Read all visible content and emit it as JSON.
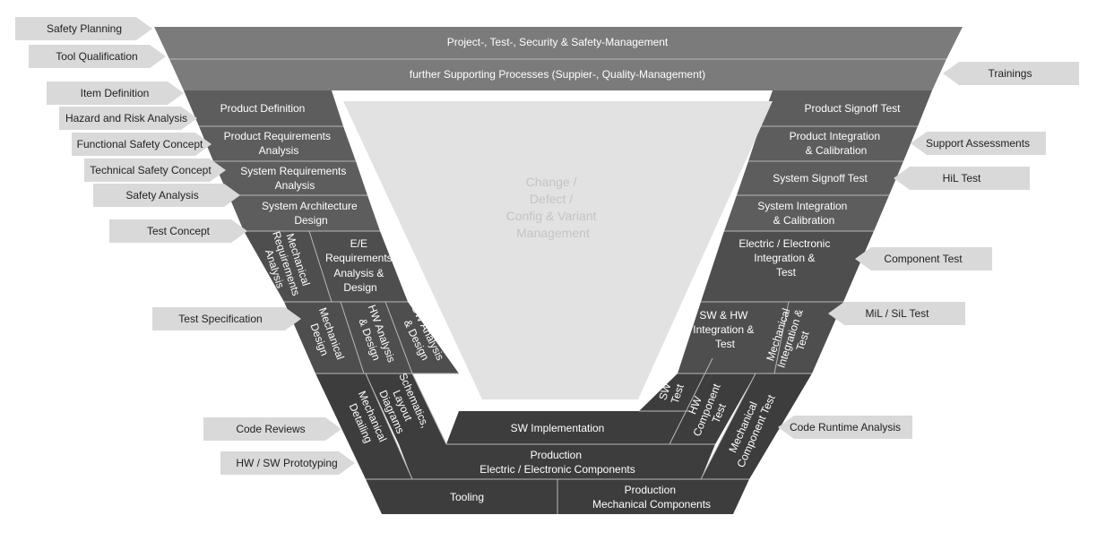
{
  "colors": {
    "top_band": "#7b7b7b",
    "upper_arm": "#5d5d5d",
    "mid_arm": "#4e4e4e",
    "lower_arm": "#3d3d3d",
    "tag": "#d9d9d9",
    "center": "#e2e2e2"
  },
  "bands": {
    "management": "Project-, Test-, Security & Safety-Management",
    "supporting": "further Supporting Processes (Suppier-, Quality-Management)"
  },
  "left_arm": {
    "product_definition": "Product Definition",
    "product_requirements": [
      "Product Requirements",
      "Analysis"
    ],
    "system_requirements": [
      "System Requirements",
      "Analysis"
    ],
    "system_architecture": [
      "System Architecture",
      "Design"
    ],
    "mechanical_requirements": [
      "Mechanical",
      "Requirements",
      "Analysis"
    ],
    "ee_requirements": [
      "E/E",
      "Requirements",
      "Analysis &",
      "Design"
    ],
    "mechanical_design": [
      "Mechanical",
      "Design"
    ],
    "hw_analysis": [
      "HW Analysis",
      "& Design"
    ],
    "sw_analysis": [
      "SW Analysis",
      "& Design"
    ],
    "mechanical_detailing": [
      "Mechanical",
      "Detailing"
    ],
    "schematics": [
      "Schematics,",
      "Layout",
      "Diagrams"
    ]
  },
  "right_arm": {
    "product_signoff": "Product Signoff Test",
    "product_integration": [
      "Product Integration",
      "& Calibration"
    ],
    "system_signoff": "System Signoff Test",
    "system_integration": [
      "System Integration",
      "& Calibration"
    ],
    "ee_integration": [
      "Electric / Electronic",
      "Integration &",
      "Test"
    ],
    "sw_hw_integration": [
      "SW & HW",
      "Integration &",
      "Test"
    ],
    "mechanical_integration": [
      "Mechanical",
      "Integration &",
      "Test"
    ],
    "sw_test": [
      "SW",
      "Test"
    ],
    "hw_component_test": [
      "HW",
      "Component",
      "Test"
    ],
    "mechanical_component_test": [
      "Mechanical",
      "Component Test"
    ]
  },
  "bottom": {
    "sw_implementation": "SW Implementation",
    "production_ee": [
      "Production",
      "Electric / Electronic Components"
    ],
    "tooling": "Tooling",
    "production_mech": [
      "Production",
      "Mechanical Components"
    ]
  },
  "center_text": [
    "Change /",
    "Defect /",
    "Config & Variant",
    "Management"
  ],
  "left_tags": {
    "safety_planning": "Safety Planning",
    "tool_qualification": "Tool Qualification",
    "item_definition": "Item Definition",
    "hazard_risk": "Hazard and Risk Analysis",
    "functional_safety": "Functional Safety Concept",
    "technical_safety": "Technical Safety Concept",
    "safety_analysis": "Safety Analysis",
    "test_concept": "Test Concept",
    "test_specification": "Test Specification",
    "code_reviews": "Code Reviews",
    "prototyping": "HW / SW Prototyping"
  },
  "right_tags": {
    "trainings": "Trainings",
    "support_assessments": "Support Assessments",
    "hil_test": "HiL Test",
    "component_test": "Component Test",
    "mil_sil_test": "MiL / SiL Test",
    "code_runtime": "Code Runtime Analysis"
  }
}
